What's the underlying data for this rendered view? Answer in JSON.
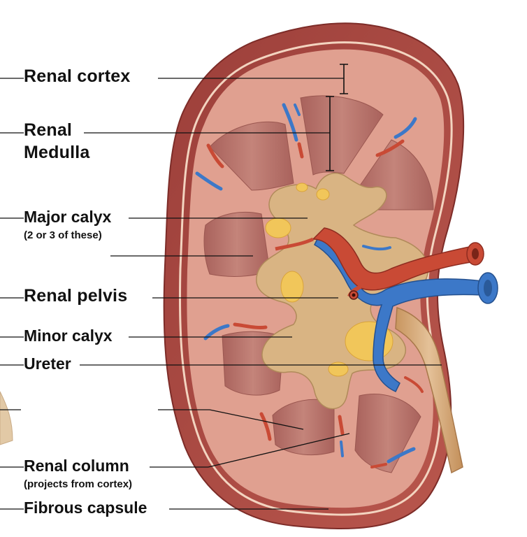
{
  "labels": {
    "renal_cortex": "Renal cortex",
    "renal_medulla_line1": "Renal",
    "renal_medulla_line2": "Medulla",
    "major_calyx": "Major calyx",
    "major_calyx_note": "(2 or 3 of these)",
    "renal_pelvis": "Renal pelvis",
    "minor_calyx": "Minor calyx",
    "ureter": "Ureter",
    "renal_column": "Renal column",
    "renal_column_note": "(projects from cortex)",
    "fibrous_capsule": "Fibrous capsule"
  },
  "colors": {
    "capsule": "#a8463f",
    "cortex": "#e3a392",
    "medulla_pyramid": "#b8726a",
    "pelvis": "#d9b483",
    "fat": "#f2c85a",
    "artery": "#c94a35",
    "vein": "#3c78c8",
    "ureter": "#d8ab7c",
    "leader_line": "#111111"
  }
}
